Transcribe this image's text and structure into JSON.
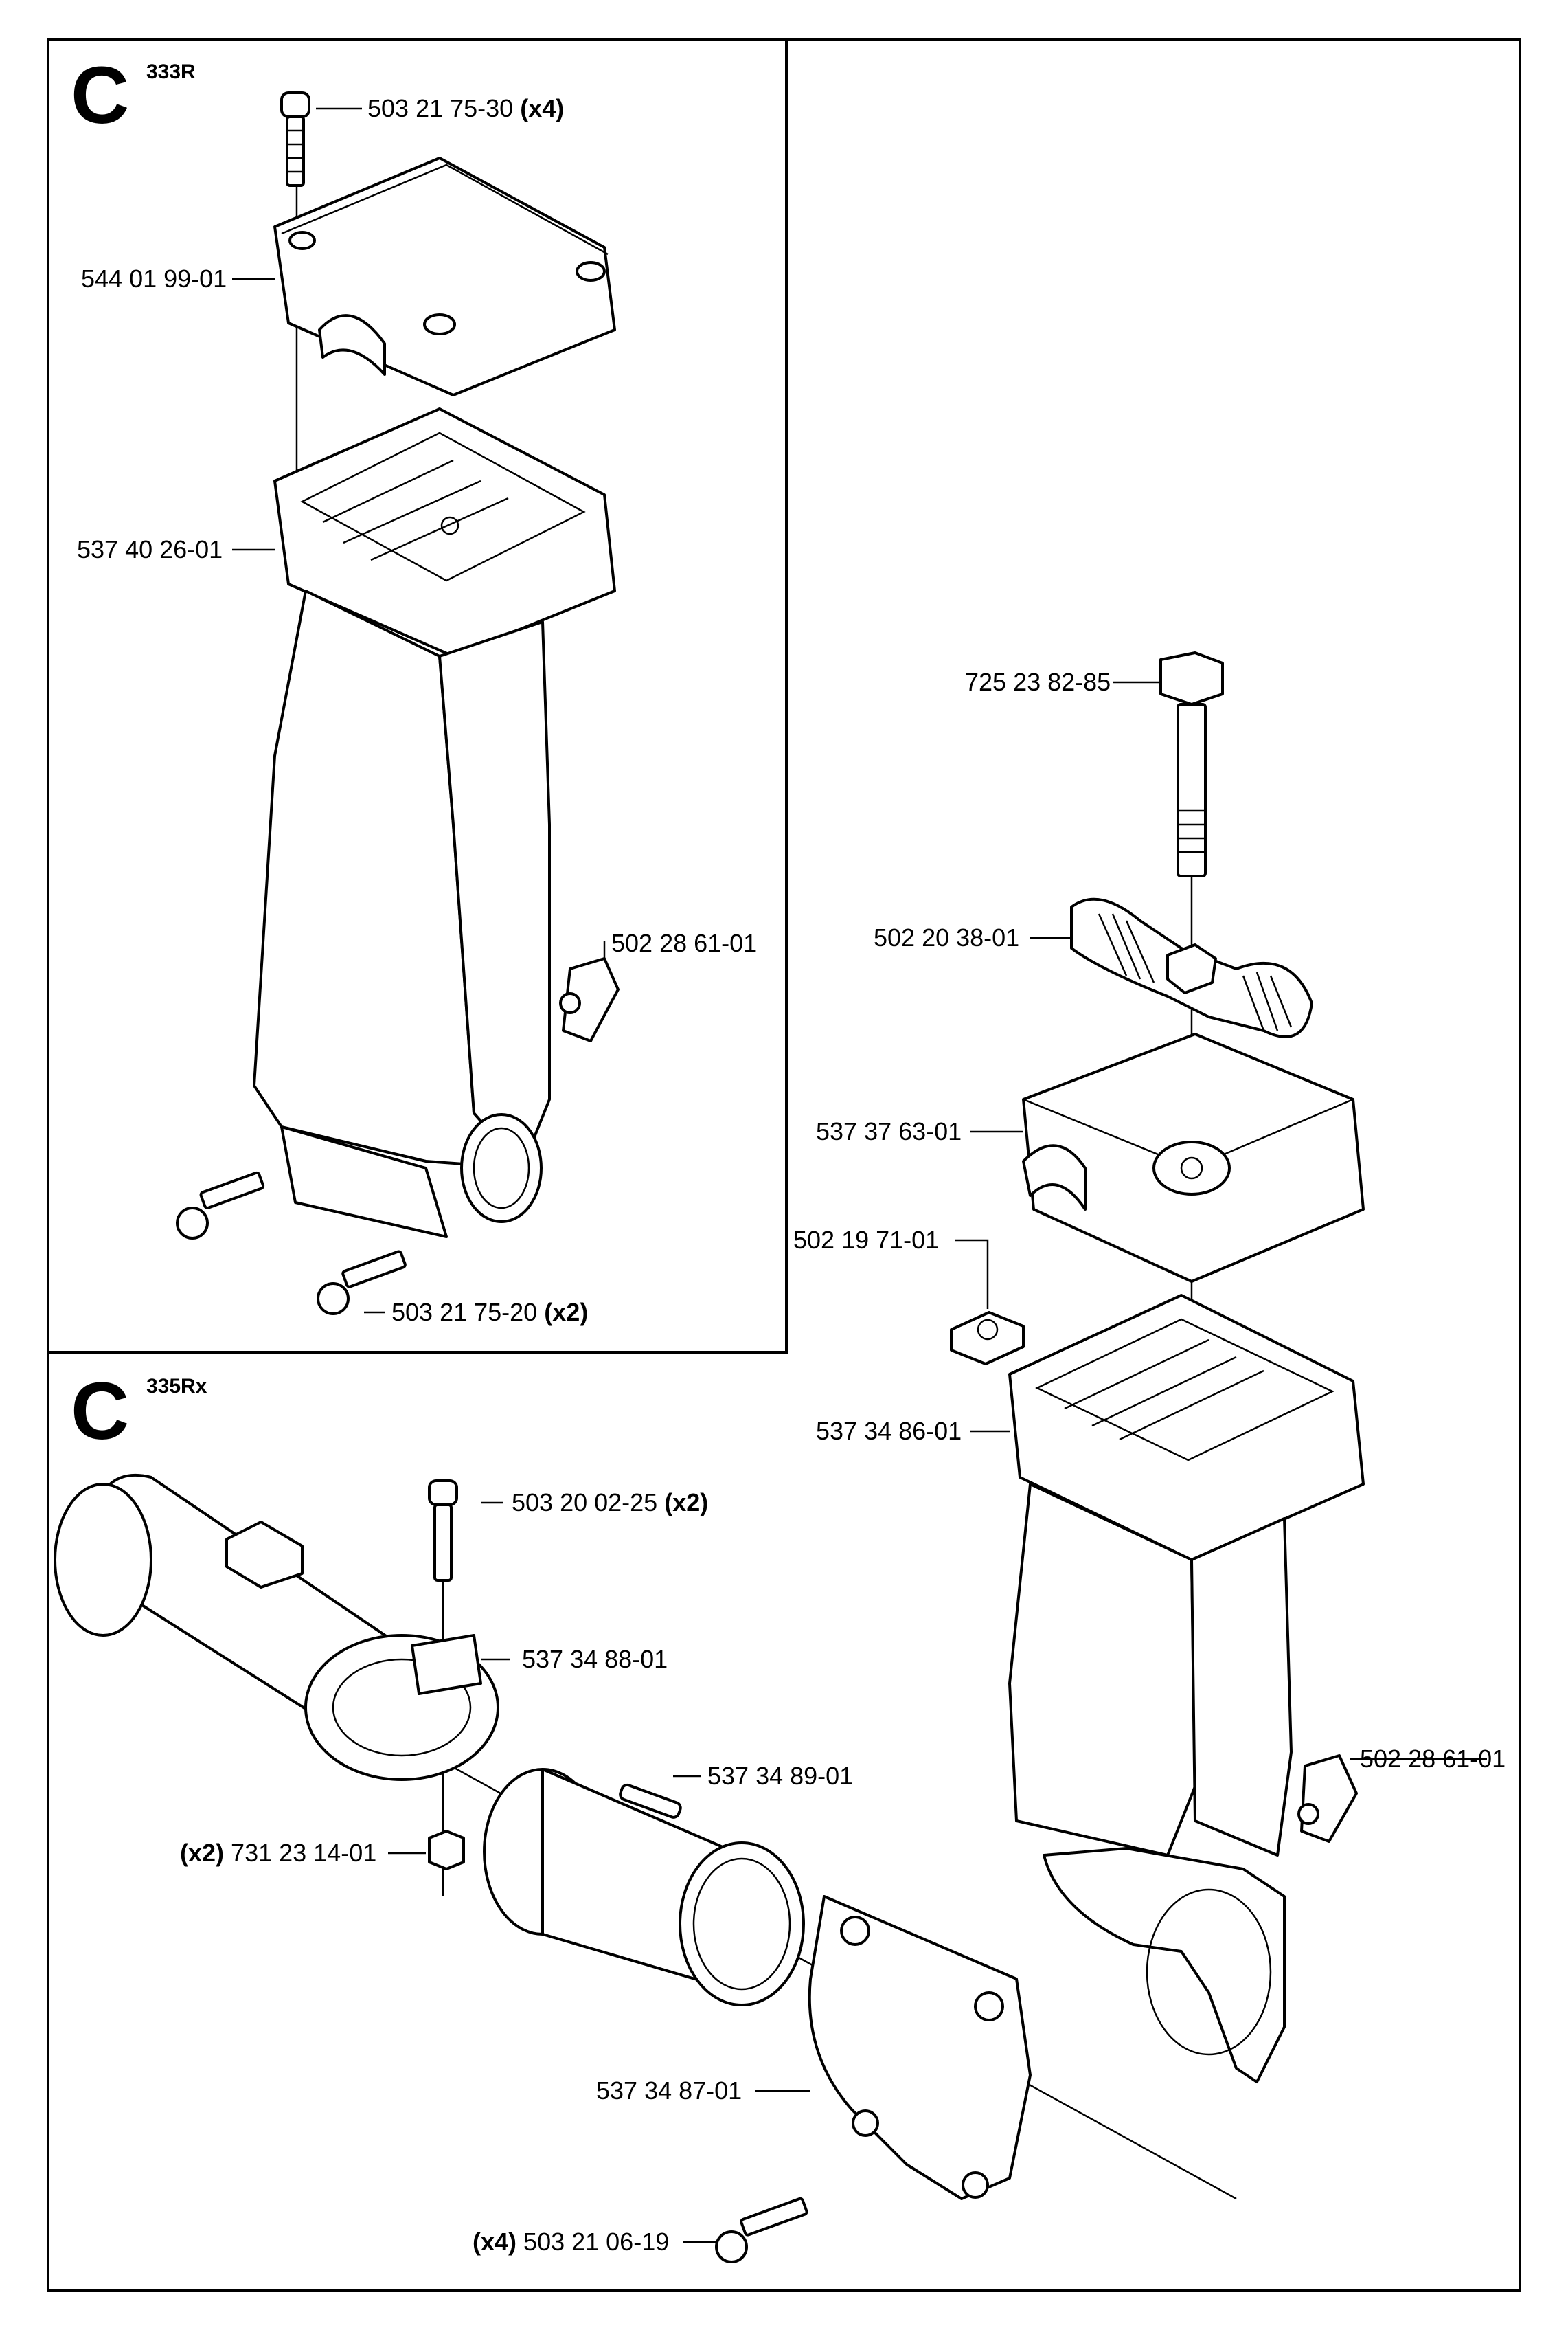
{
  "sections": {
    "top": {
      "letter": "C",
      "model": "333R"
    },
    "bottom": {
      "letter": "C",
      "model": "335Rx"
    }
  },
  "parts": [
    {
      "part_no": "503 21 75-30",
      "qty": "(x4)"
    },
    {
      "part_no": "544 01 99-01",
      "qty": ""
    },
    {
      "part_no": "537 40 26-01",
      "qty": ""
    },
    {
      "part_no": "502 28 61-01",
      "qty": ""
    },
    {
      "part_no": "503 21 75-20",
      "qty": "(x2)"
    },
    {
      "part_no": "725 23 82-85",
      "qty": ""
    },
    {
      "part_no": "502 20 38-01",
      "qty": ""
    },
    {
      "part_no": "537 37 63-01",
      "qty": ""
    },
    {
      "part_no": "502 19 71-01",
      "qty": ""
    },
    {
      "part_no": "537 34 86-01",
      "qty": ""
    },
    {
      "part_no": "502 28 61-01",
      "qty": ""
    },
    {
      "part_no": "503 20 02-25",
      "qty": "(x2)"
    },
    {
      "part_no": "537 34 88-01",
      "qty": ""
    },
    {
      "part_no": "537 34 89-01",
      "qty": ""
    },
    {
      "part_no": "731 23 14-01",
      "qty": "(x2)"
    },
    {
      "part_no": "537 34 87-01",
      "qty": ""
    },
    {
      "part_no": "503 21 06-19",
      "qty": "(x4)"
    }
  ]
}
